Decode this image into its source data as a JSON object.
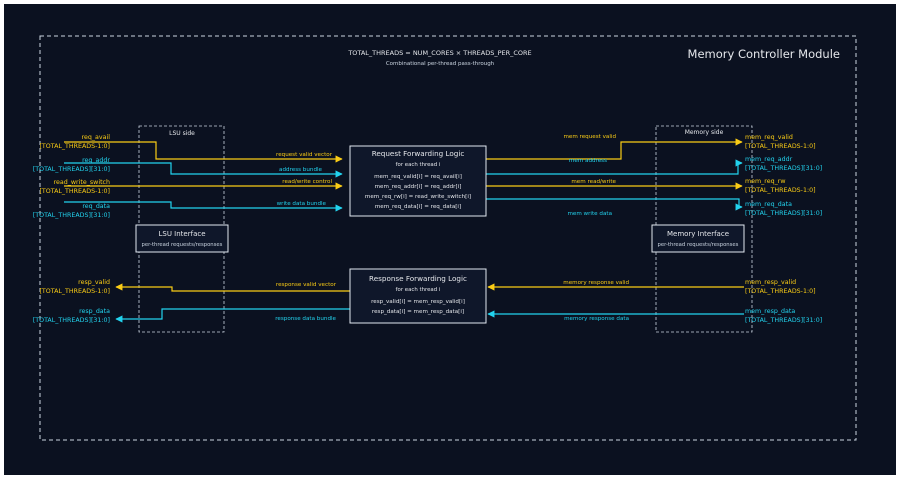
{
  "colors": {
    "background": "#0b1120",
    "yellow": "#facc15",
    "cyan": "#22d3ee",
    "box_fill": "#0f172a",
    "box_stroke": "#e2e8f0",
    "dashed": "#cbd5e1",
    "text": "#e5e7eb"
  },
  "module": {
    "title": "Memory Controller Module",
    "formula": "TOTAL_THREADS = NUM_CORES × THREADS_PER_CORE",
    "subtitle": "Combinational per-thread pass-through"
  },
  "lsu_side": {
    "label": "LSU side",
    "interface_title": "LSU Interface",
    "interface_sub": "per-thread requests/responses"
  },
  "memory_side": {
    "label": "Memory side",
    "interface_title": "Memory Interface",
    "interface_sub": "per-thread requests/responses"
  },
  "request_block": {
    "title": "Request Forwarding Logic",
    "sub": "for each thread i",
    "lines": [
      "mem_req_valid[i] = req_avail[i]",
      "mem_req_addr[i] = req_addr[i]",
      "mem_req_rw[i] = read_write_switch[i]",
      "mem_req_data[i] = req_data[i]"
    ]
  },
  "response_block": {
    "title": "Response Forwarding Logic",
    "sub": "for each thread i",
    "lines": [
      "resp_valid[i] = mem_resp_valid[i]",
      "resp_data[i] = mem_resp_data[i]"
    ]
  },
  "lsu_ports": [
    {
      "name": "req_avail",
      "width": "[TOTAL_THREADS-1:0]",
      "color": "yellow"
    },
    {
      "name": "req_addr",
      "width": "[TOTAL_THREADS][31:0]",
      "color": "cyan"
    },
    {
      "name": "read_write_switch",
      "width": "[TOTAL_THREADS-1:0]",
      "color": "yellow"
    },
    {
      "name": "req_data",
      "width": "[TOTAL_THREADS][31:0]",
      "color": "cyan"
    },
    {
      "name": "resp_valid",
      "width": "[TOTAL_THREADS-1:0]",
      "color": "yellow"
    },
    {
      "name": "resp_data",
      "width": "[TOTAL_THREADS][31:0]",
      "color": "cyan"
    }
  ],
  "mem_ports": [
    {
      "name": "mem_req_valid",
      "width": "[TOTAL_THREADS-1:0]",
      "color": "yellow"
    },
    {
      "name": "mem_req_addr",
      "width": "[TOTAL_THREADS][31:0]",
      "color": "cyan"
    },
    {
      "name": "mem_req_rw",
      "width": "[TOTAL_THREADS-1:0]",
      "color": "yellow"
    },
    {
      "name": "mem_req_data",
      "width": "[TOTAL_THREADS][31:0]",
      "color": "cyan"
    },
    {
      "name": "mem_resp_valid",
      "width": "[TOTAL_THREADS-1:0]",
      "color": "yellow"
    },
    {
      "name": "mem_resp_data",
      "width": "[TOTAL_THREADS][31:0]",
      "color": "cyan"
    }
  ],
  "left_signal_labels": [
    "request valid vector",
    "address bundle",
    "read/write control",
    "write data bundle",
    "response valid vector",
    "response data bundle"
  ],
  "right_signal_labels": [
    "mem request valid",
    "mem address",
    "mem read/write",
    "mem write data",
    "memory response valid",
    "memory response data"
  ]
}
